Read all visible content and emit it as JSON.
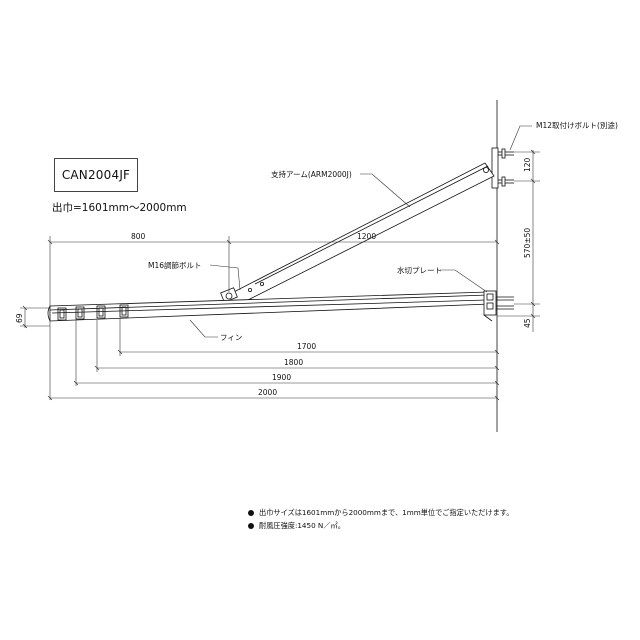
{
  "title": {
    "model": "CAN2004JF",
    "reach": "出巾=1601mm〜2000mm"
  },
  "labels": {
    "bolt_m12": "M12取付けボルト(別途)",
    "arm": "支持アーム(ARM2000J)",
    "bolt_m16": "M16調節ボルト",
    "plate": "水切プレート",
    "fin": "フィン"
  },
  "dimensions": {
    "d800": "800",
    "d1200": "1200",
    "d120": "120",
    "d570": "570±50",
    "d45": "45",
    "d69": "69",
    "d1700": "1700",
    "d1800": "1800",
    "d1900": "1900",
    "d2000": "2000"
  },
  "notes": [
    "出巾サイズは1601mmから2000mmまで、1mm単位でご指定いただけます。",
    "耐風圧強度:1450 N／㎡。"
  ],
  "colors": {
    "line": "#111111",
    "dim_line": "#333333"
  }
}
